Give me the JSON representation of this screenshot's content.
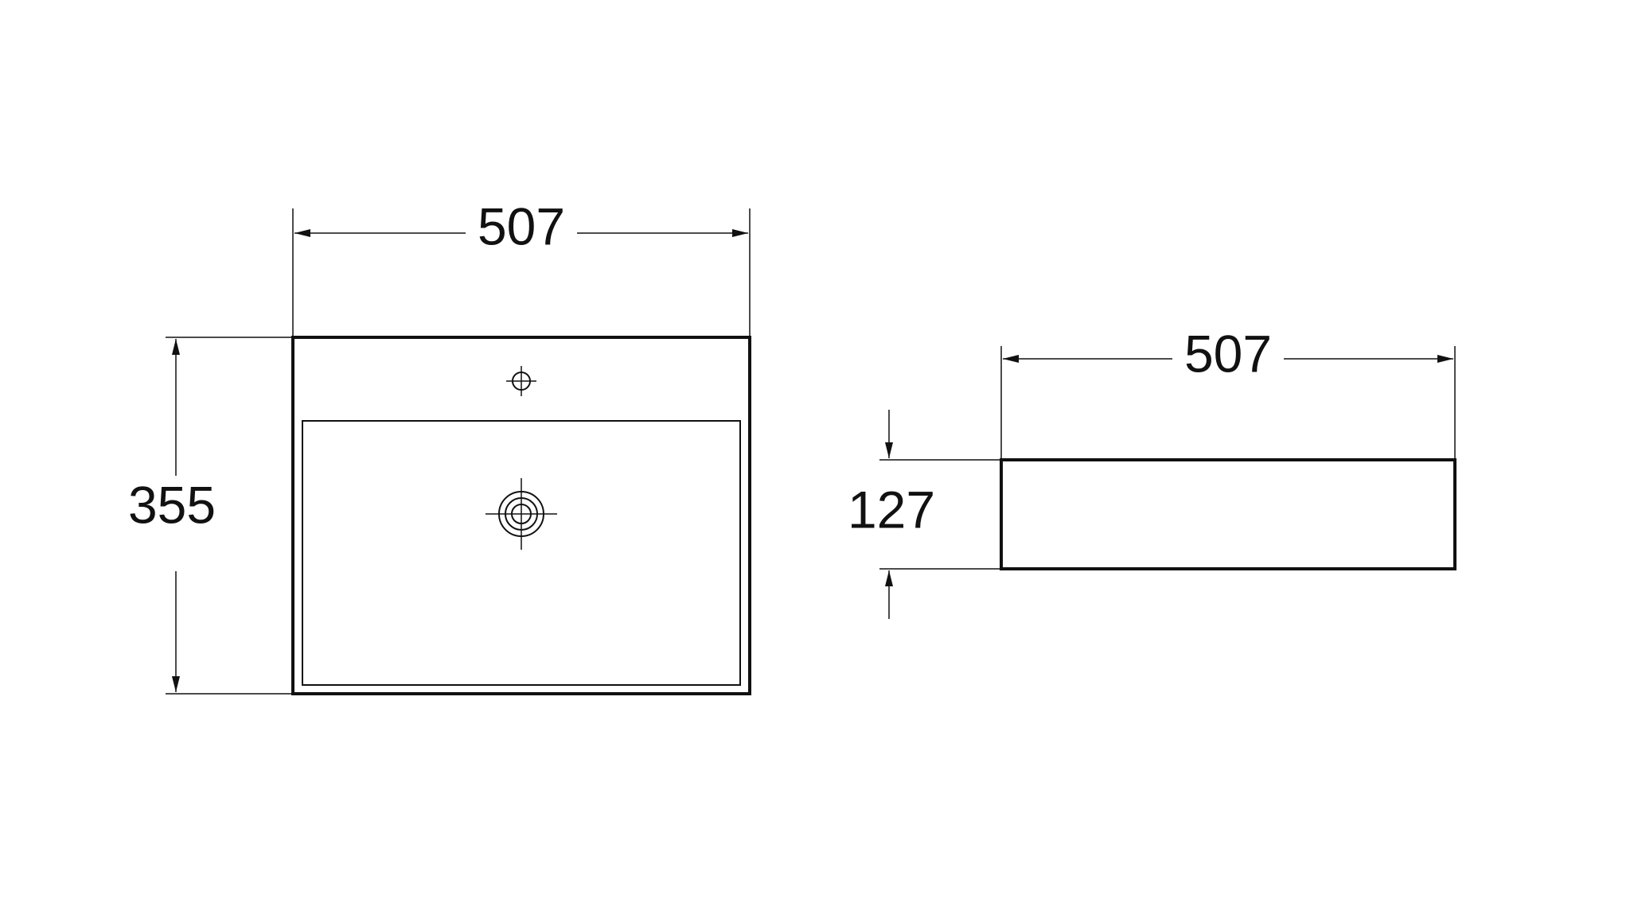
{
  "drawing": {
    "line_color": "#111111",
    "background": "#ffffff",
    "top_view": {
      "width_label": "507",
      "depth_label": "355",
      "features": [
        "tap-hole-icon",
        "drain-icon"
      ]
    },
    "side_view": {
      "width_label": "507",
      "height_label": "127"
    }
  }
}
